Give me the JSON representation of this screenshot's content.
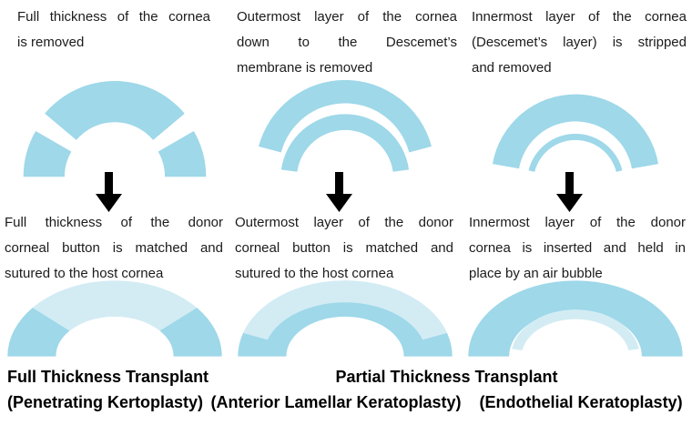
{
  "colors": {
    "cornea_medium": "#9ed8e9",
    "cornea_light": "#d3ecf4",
    "arrow": "#000000"
  },
  "columns": [
    {
      "procedure": "full-thickness",
      "step1_lines": [
        "Full thickness of the cornea",
        "is removed"
      ],
      "step2_lines": [
        "Full thickness of the donor",
        "corneal button is matched and",
        "sutured to the host cornea"
      ]
    },
    {
      "procedure": "anterior-lamellar",
      "step1_lines": [
        "Outermost layer of the cornea",
        "down to the Descemet’s",
        "membrane is removed"
      ],
      "step2_lines": [
        "Outermost layer of the donor",
        "corneal button is matched and",
        "sutured to the host cornea"
      ]
    },
    {
      "procedure": "endothelial",
      "step1_lines": [
        "Innermost layer of the cornea",
        "(Descemet’s layer) is stripped",
        "and removed"
      ],
      "step2_lines": [
        "Innermost layer of the donor",
        "cornea is inserted and held in",
        "place by an air bubble"
      ]
    }
  ],
  "footer": {
    "left_title": "Full Thickness Transplant",
    "left_subtitle": "(Penetrating Kertoplasty)",
    "right_title": "Partial Thickness Transplant",
    "right_sub1": "(Anterior Lamellar Keratoplasty)",
    "right_sub2": "(Endothelial Keratoplasty)"
  }
}
